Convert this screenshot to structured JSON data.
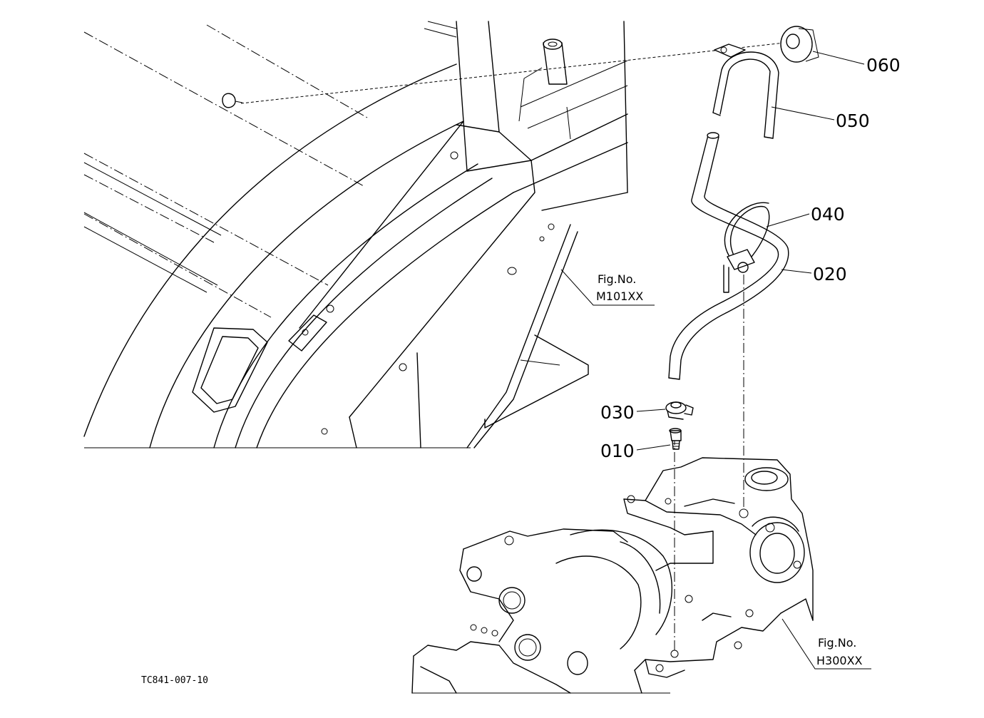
{
  "callouts": {
    "c060": "060",
    "c050": "050",
    "c040": "040",
    "c020": "020",
    "c030": "030",
    "c010": "010"
  },
  "references": {
    "ref_fender_label": "Fig.No.",
    "ref_fender_code": "M101XX",
    "ref_housing_label": "Fig.No.",
    "ref_housing_code": "H300XX"
  },
  "drawing_code": "TC841-007-10"
}
